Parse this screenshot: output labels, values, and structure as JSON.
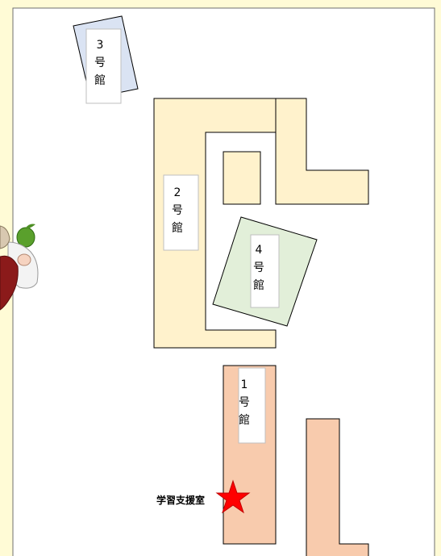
{
  "colors": {
    "page_background": "#fffbd6",
    "map_background": "#ffffff",
    "map_border": "#6f6f6f",
    "building_outline": "#000000",
    "building_2_fill": "#fff2cc",
    "building_3_fill": "#dae3f3",
    "building_4_fill": "#e2efd9",
    "building_1_fill": "#f8cbad",
    "marker_fill": "#ff0000",
    "marker_stroke": "#c00000",
    "mascot_apple": "#5aa02c",
    "mascot_dress": "#8b1a1a"
  },
  "buildings": {
    "b3": {
      "lines": [
        "3",
        "号",
        "館"
      ]
    },
    "b2": {
      "lines": [
        "2",
        "号",
        "館"
      ]
    },
    "b4": {
      "lines": [
        "4",
        "号",
        "館"
      ]
    },
    "b1": {
      "lines": [
        "1",
        "号",
        "館"
      ]
    }
  },
  "marker": {
    "label": "学習支援室",
    "icon": "star-icon"
  },
  "decor": {
    "mascot": "mascot-girl-with-apple"
  }
}
